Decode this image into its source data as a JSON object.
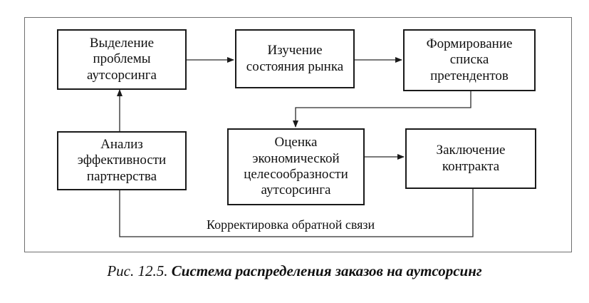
{
  "boxes": {
    "problem": "Выделение\nпроблемы\nаутсорсинга",
    "market": "Изучение\nсостояния рынка",
    "candidates": "Формирование\nсписка\nпретендентов",
    "evaluation": "Оценка\nэкономической\nцелесообразности\nаутсорсинга",
    "contract": "Заключение\nконтракта",
    "analysis": "Анализ\nэффективности\nпартнерства"
  },
  "feedback_label": "Корректировка обратной связи",
  "caption": {
    "number": "Рис. 12.5.",
    "title": "Система распределения заказов на аутсорсинг"
  }
}
